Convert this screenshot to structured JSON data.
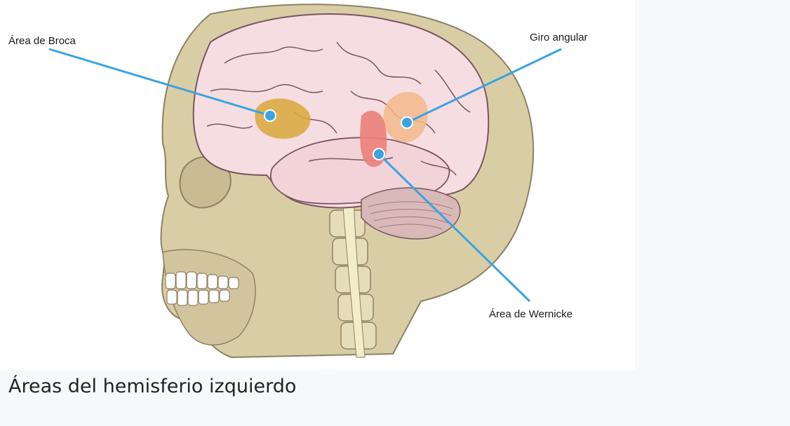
{
  "diagram": {
    "labels": {
      "broca": "Área de Broca",
      "angular": "Giro angular",
      "wernicke": "Área de Wernicke"
    },
    "colors": {
      "bone": "#d9cda6",
      "bone_stroke": "#8d8163",
      "brain": "#f6dde1",
      "brain_stroke": "#7a5560",
      "cerebellum": "#d9b8b8",
      "broca_region": "#d8a83a",
      "angular_region": "#f2b98b",
      "wernicke_region": "#ec7f7a",
      "pointer": "#3aa3e0"
    }
  },
  "caption": "Áreas del hemisferio izquierdo"
}
